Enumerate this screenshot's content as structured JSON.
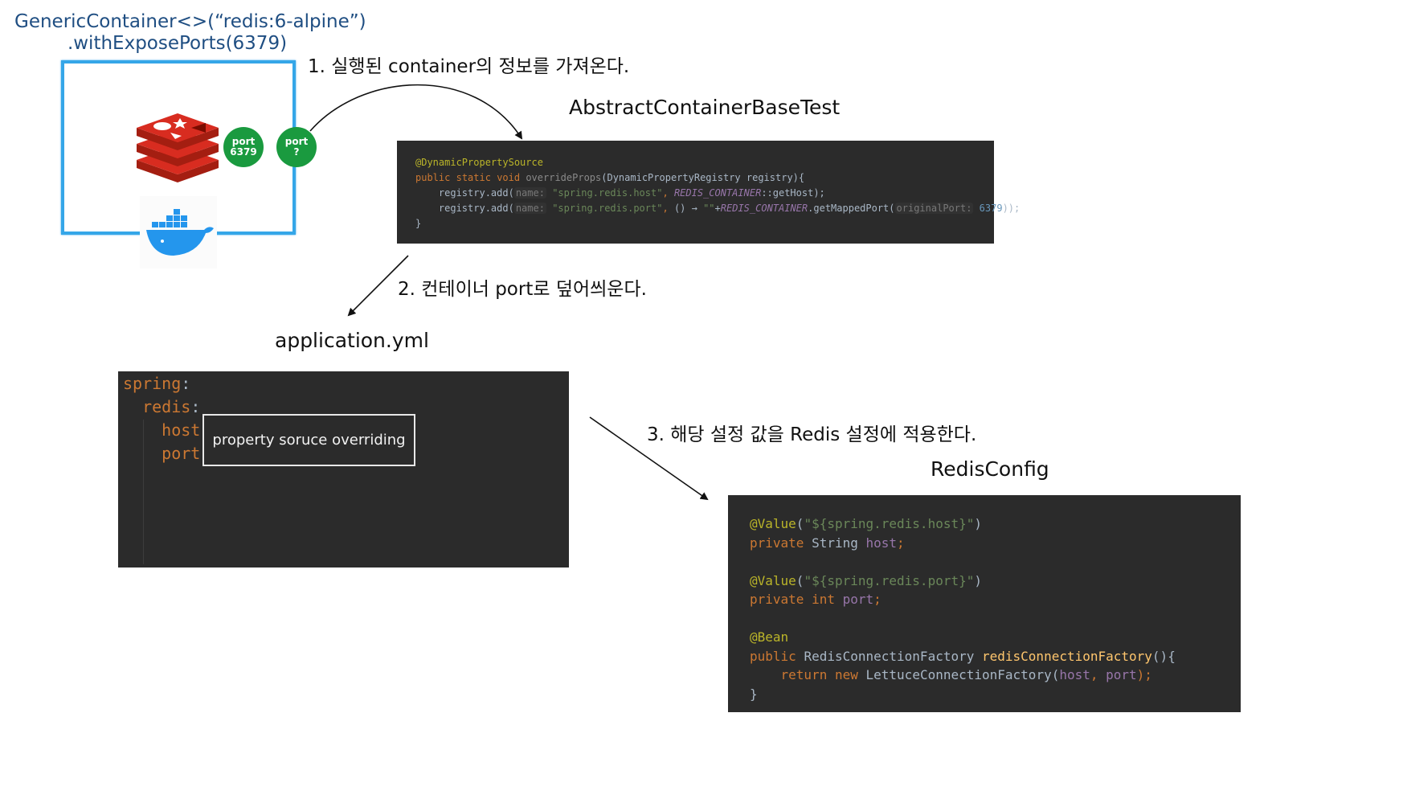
{
  "top_title": {
    "line1": "GenericContainer<>(“redis:6-alpine”)",
    "line2": ".withExposePorts(6379)"
  },
  "ports": {
    "inner": {
      "label": "port",
      "value": "6379"
    },
    "outer": {
      "label": "port",
      "value": "?"
    }
  },
  "steps": {
    "step1": "1. 실행된 container의 정보를 가져온다.",
    "step2": "2. 컨테이너 port로 덮어씌운다.",
    "step3": "3. 해당 설정 값을 Redis 설정에 적용한다."
  },
  "headings": {
    "abstract_test": "AbstractContainerBaseTest",
    "application_yml": "application.yml",
    "redis_config": "RedisConfig"
  },
  "abstract_code": {
    "annotation": "@DynamicPropertySource",
    "kw_public": "public",
    "kw_static": "static",
    "kw_void": "void",
    "method": "overrideProps",
    "params": "(DynamicPropertyRegistry registry){",
    "call": "registry.add(",
    "hint_name": "name:",
    "host_key": "\"spring.redis.host\"",
    "comma": ",",
    "container_const": "REDIS_CONTAINER",
    "get_host": "::getHost);",
    "port_key": "\"spring.redis.port\"",
    "lambda": "() →",
    "empty_str": "\"\"",
    "plus": "+",
    "mapped_port": ".getMappedPort(",
    "hint_original": "originalPort:",
    "port_num": "6379",
    "close_call": "));",
    "close_brace": "}"
  },
  "yml": {
    "spring": "spring",
    "redis": "redis",
    "host": "host",
    "port": "port",
    "colon": ":"
  },
  "override_box": "property soruce overriding",
  "redis_code": {
    "value_anno": "@Value",
    "host_expr": "\"${spring.redis.host}\"",
    "port_expr": "\"${spring.redis.port}\"",
    "open_paren": "(",
    "close_paren": ")",
    "kw_private": "private",
    "type_string": "String",
    "type_int": "int",
    "host_field": "host",
    "port_field": "port",
    "semicolon": ";",
    "bean_anno": "@Bean",
    "kw_public": "public",
    "factory_type": "RedisConnectionFactory",
    "factory_method": "redisConnectionFactory",
    "method_paren": "(){",
    "kw_return": "return",
    "kw_new": "new",
    "lettuce": "LettuceConnectionFactory(",
    "comma": ", ",
    "close_stmt": ");",
    "close_brace": "}"
  },
  "colors": {
    "container_border": "#35a6e8",
    "port_badge": "#1a9a3f",
    "title_blue": "#1f4e82",
    "code_bg": "#2b2b2b"
  },
  "icons": [
    "redis-logo-icon",
    "docker-logo-icon"
  ]
}
